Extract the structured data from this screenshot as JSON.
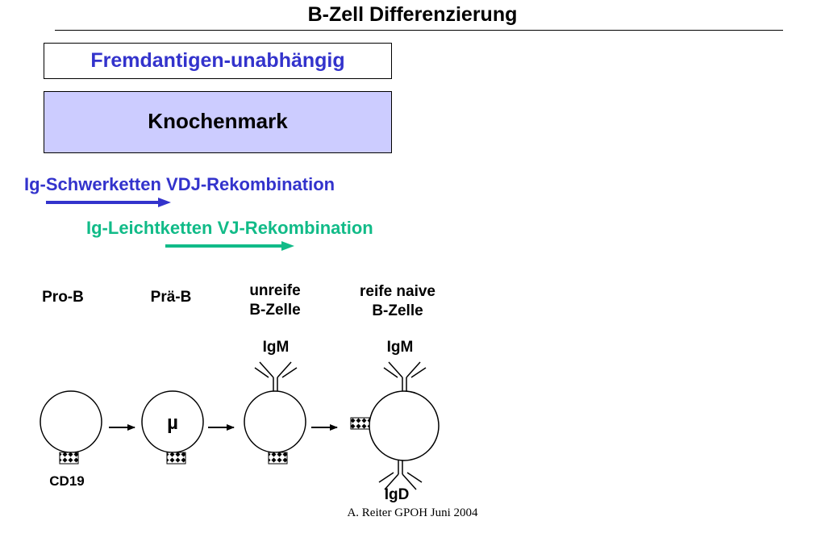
{
  "title": "B-Zell Differenzierung",
  "box_independent": "Fremdantigen-unabhängig",
  "box_bone_marrow": "Knochenmark",
  "phase_heavy": "Ig-Schwerketten VDJ-Rekombination",
  "phase_light": "Ig-Leichtketten VJ-Rekombination",
  "stages": {
    "pro_b": "Pro-B",
    "pre_b": "Prä-B",
    "immature_1": "unreife",
    "immature_2": "B-Zelle",
    "mature_1": "reife naive",
    "mature_2": "B-Zelle"
  },
  "receptors": {
    "igm_1": "IgM",
    "igm_2": "IgM",
    "igd": "IgD",
    "cd19": "CD19",
    "mu": "µ"
  },
  "footer": "A. Reiter GPOH Juni 2004",
  "colors": {
    "heavy_chain_arrow": "#3333cc",
    "light_chain_arrow": "#11bb88",
    "bone_marrow_fill": "#ccccff"
  }
}
